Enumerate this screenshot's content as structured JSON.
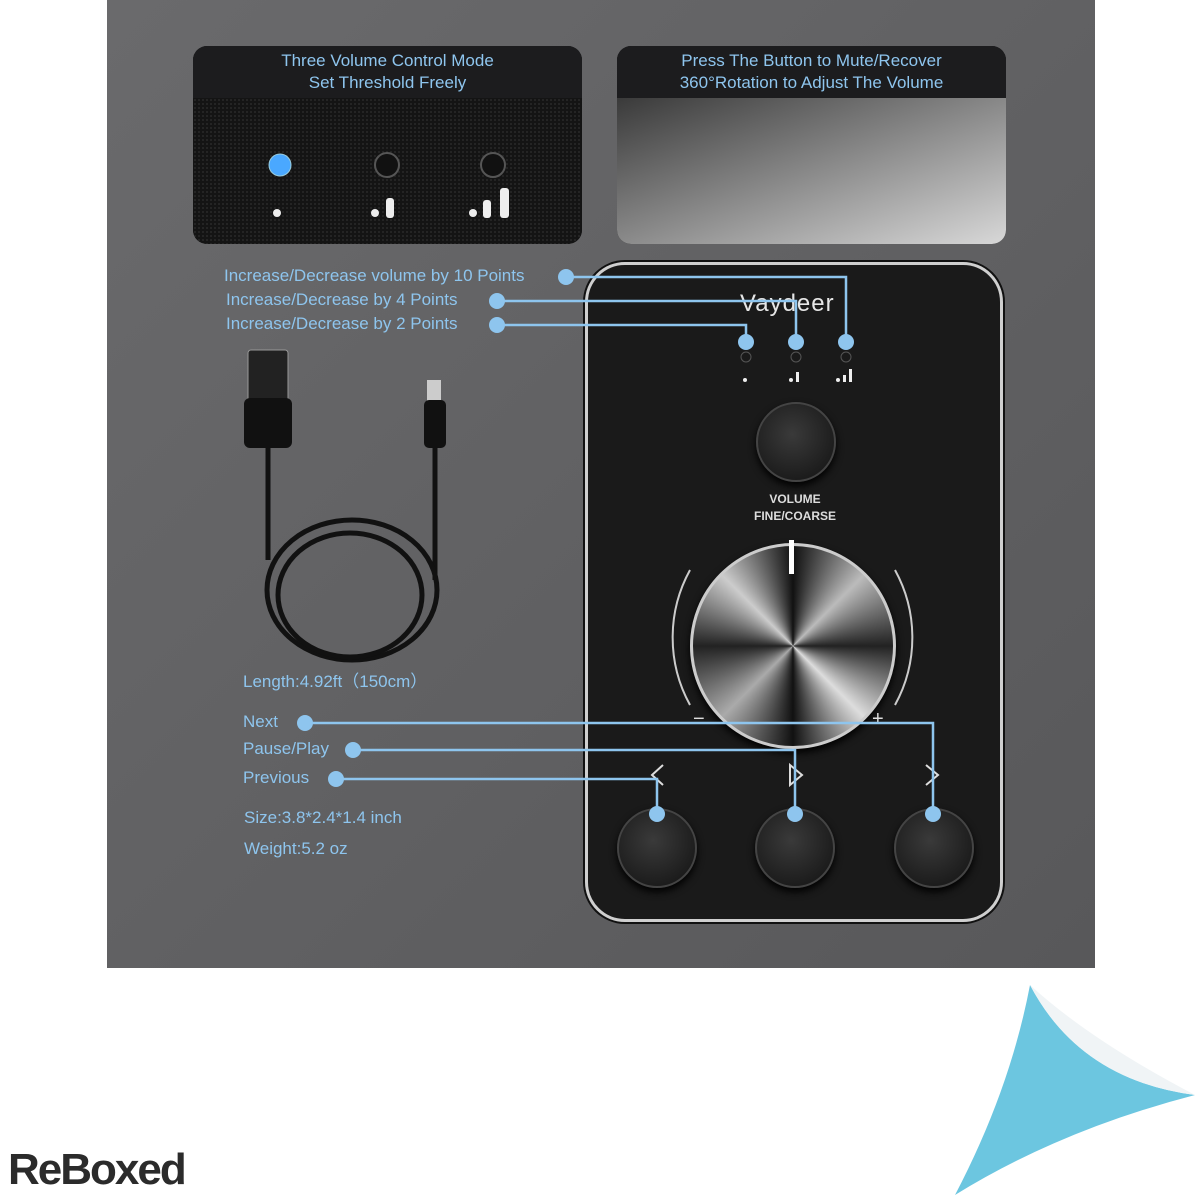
{
  "panels": {
    "modes": {
      "line1": "Three Volume Control Mode",
      "line2": "Set Threshold Freely"
    },
    "rotation": {
      "line1": "Press The Button to Mute/Recover",
      "line2": "360°Rotation to Adjust The Volume"
    }
  },
  "callouts": {
    "step10": "Increase/Decrease volume by 10 Points",
    "step4": "Increase/Decrease by 4 Points",
    "step2": "Increase/Decrease by 2 Points",
    "next": "Next",
    "pause_play": "Pause/Play",
    "previous": "Previous"
  },
  "specs": {
    "length": "Length:4.92ft（150cm）",
    "size": "Size:3.8*2.4*1.4 inch",
    "weight": "Weight:5.2 oz"
  },
  "device": {
    "brand": "Vaydeer",
    "label1": "VOLUME",
    "label2": "FINE/COARSE",
    "minus": "−",
    "plus": "+"
  },
  "logo": "ReBoxed",
  "colors": {
    "accent": "#8ec5ee",
    "panel": "#606062",
    "device": "#1a1a1a",
    "corner": "#6cc6e0"
  }
}
